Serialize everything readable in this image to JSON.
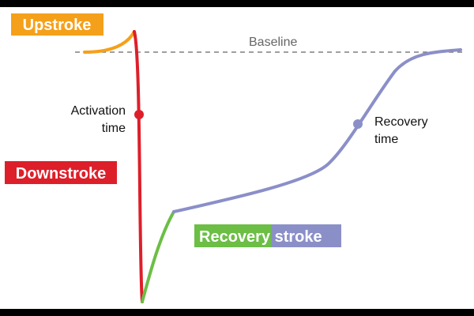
{
  "labels": {
    "upstroke": "Upstroke",
    "downstroke": "Downstroke",
    "baseline": "Baseline",
    "activation_line1": "Activation",
    "activation_line2": "time",
    "recovery_line1": "Recovery",
    "recovery_line2": "time",
    "recovery_stroke_part1": "Recovery",
    "recovery_stroke_part2": " stroke"
  },
  "colors": {
    "upstroke": "#F5A01A",
    "downstroke": "#DD1F2A",
    "recovery_green": "#6CBE45",
    "recovery_purple": "#8B8FC8",
    "baseline": "#666666",
    "background": "#FFFFFF"
  }
}
